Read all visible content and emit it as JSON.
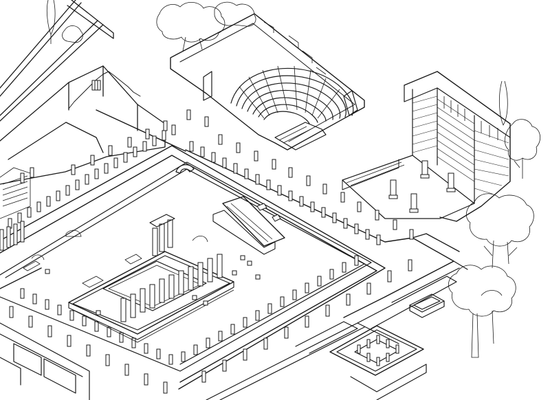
{
  "drawing": {
    "kind": "axonometric architectural reconstruction",
    "ink_color": "#1a1a1a",
    "paper_color": "#ffffff",
    "features": [
      "forum-portico-colonnade",
      "central-temple-podium",
      "odeon-theatre",
      "basilica-hall-with-brick-walls",
      "trees"
    ]
  }
}
